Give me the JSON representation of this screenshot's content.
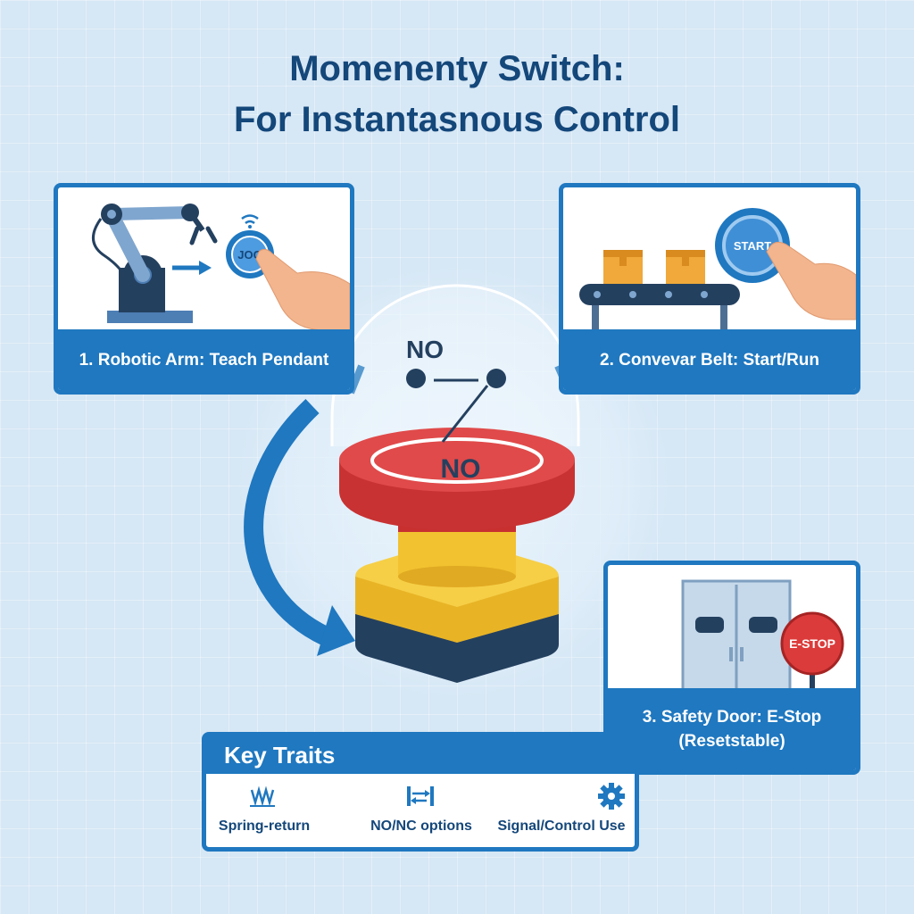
{
  "title": {
    "line1": "Momenenty Switch:",
    "line2": "For Instantasnous Control"
  },
  "diagram": {
    "contact_label": "NO",
    "button_label": "NO"
  },
  "cards": [
    {
      "label": "1. Robotic Arm: Teach Pendant",
      "button_text": "JOG"
    },
    {
      "label": "2. Convevar Belt: Start/Run",
      "button_text": "START"
    },
    {
      "label_line1": "3. Safety Door: E-Stop",
      "label_line2": "(Resetstable)",
      "sign_text": "E-STOP"
    }
  ],
  "key_traits": {
    "heading": "Key Traits",
    "items": [
      {
        "label": "Spring-return",
        "icon": "spring-icon"
      },
      {
        "label": "NO/NC options",
        "icon": "contact-options-icon"
      },
      {
        "label": "Signal/Control Use",
        "icon": "gear-icon"
      }
    ]
  },
  "colors": {
    "primary": "#1f78c0",
    "title": "#14477a",
    "button_red": "#dc3b3b",
    "base_yellow": "#f2c230",
    "base_navy": "#24405f"
  }
}
